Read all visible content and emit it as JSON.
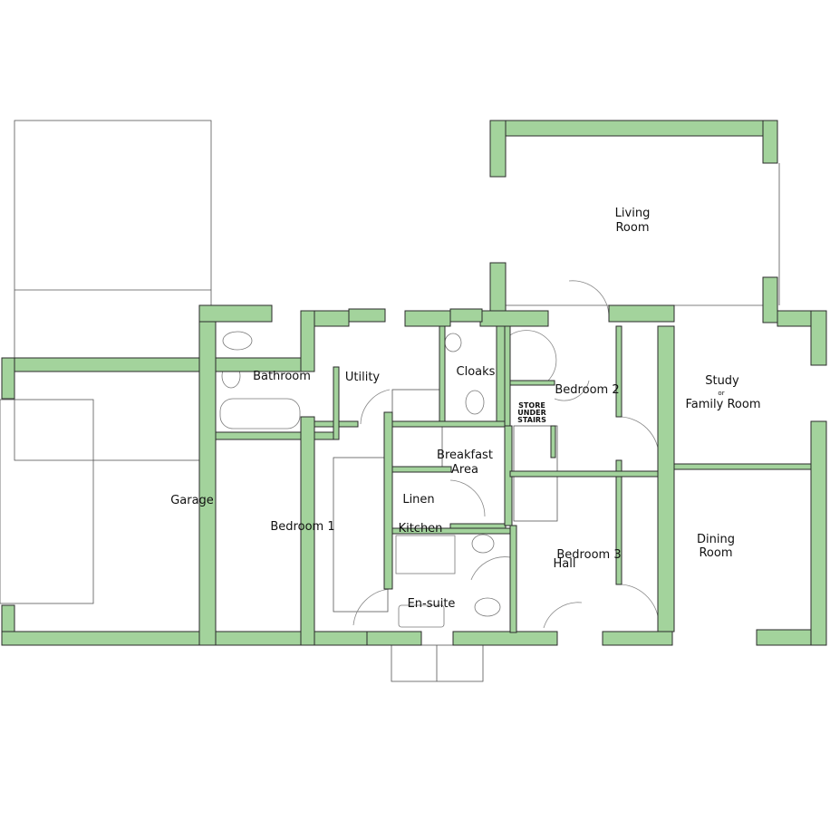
{
  "colors": {
    "wall_fill": "#a3d39c",
    "wall_stroke": "#2b2b2b",
    "background": "#ffffff"
  },
  "rooms": {
    "living_room": [
      "Living",
      "Room"
    ],
    "garage": "Garage",
    "bathroom": "Bathroom",
    "utility": "Utility",
    "cloaks": "Cloaks",
    "bedroom_2": "Bedroom 2",
    "store": [
      "STORE",
      "UNDER",
      "STAIRS"
    ],
    "study": [
      "Study",
      "or",
      "Family Room"
    ],
    "breakfast": [
      "Breakfast",
      "Area"
    ],
    "linen": "Linen",
    "kitchen": "Kitchen",
    "bedroom_1": "Bedroom 1",
    "bedroom_3": "Bedroom 3",
    "hall": "Hall",
    "dining": [
      "Dining",
      "Room"
    ],
    "ensuite": "En-suite"
  }
}
